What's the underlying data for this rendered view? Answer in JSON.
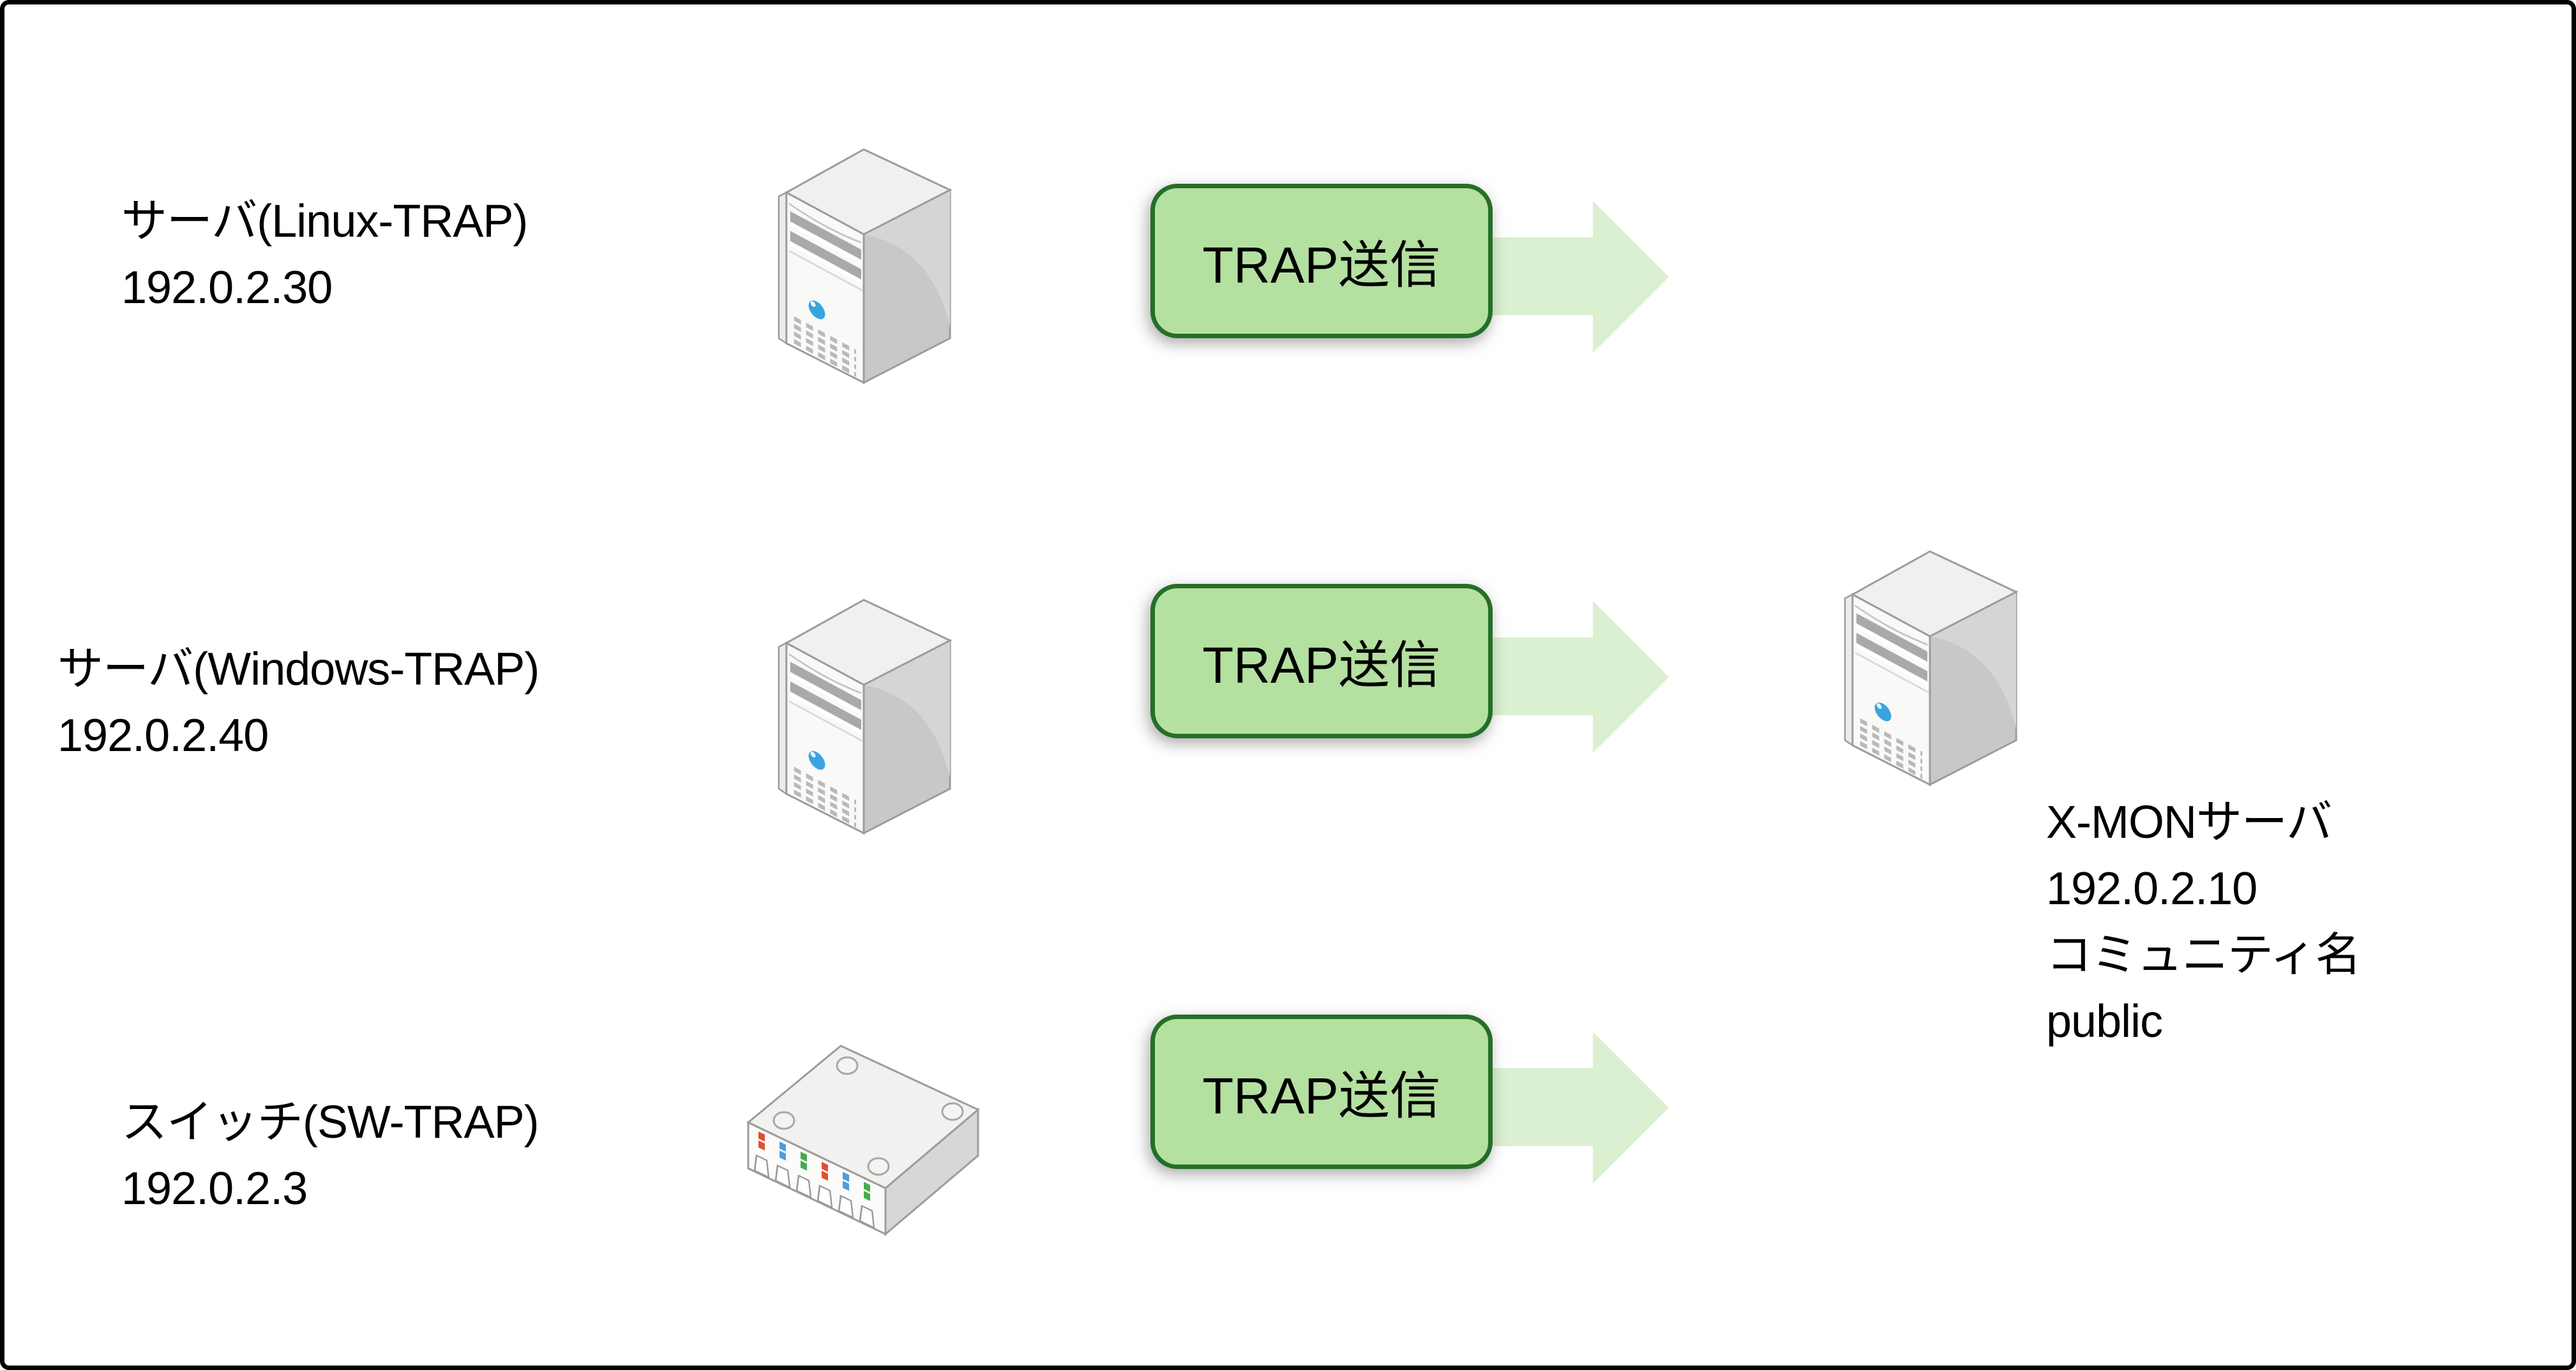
{
  "colors": {
    "page_bg": "#ffffff",
    "frame_border": "#000000",
    "text": "#000000",
    "box_fill": "#b4e0a0",
    "box_border": "#266e28",
    "arrow_fill": "#daf0d0"
  },
  "rows": [
    {
      "name": "サーバ(Linux-TRAP)",
      "ip": "192.0.2.30",
      "action": "TRAP送信"
    },
    {
      "name": "サーバ(Windows-TRAP)",
      "ip": "192.0.2.40",
      "action": "TRAP送信"
    },
    {
      "name": "スイッチ(SW-TRAP)",
      "ip": "192.0.2.3",
      "action": "TRAP送信"
    }
  ],
  "destination": {
    "name": "X-MONサーバ",
    "ip": "192.0.2.10",
    "community_label": "コミュニティ名",
    "community_value": "public"
  }
}
